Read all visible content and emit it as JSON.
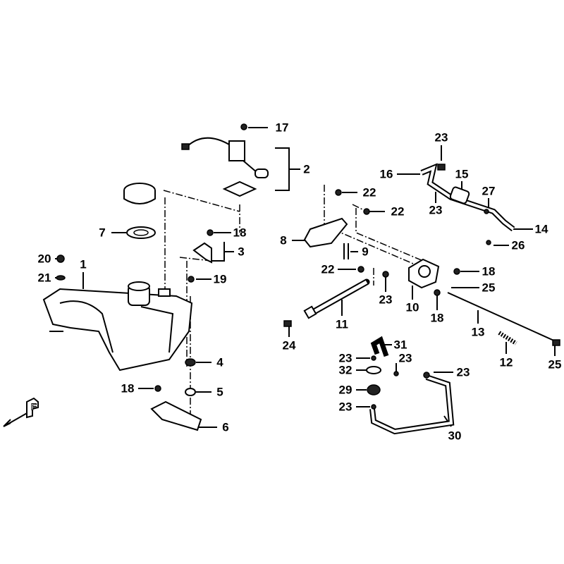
{
  "diagram": {
    "title": "Fuel tank and fuel pump assembly",
    "callouts": [
      "17",
      "2",
      "22",
      "22",
      "23",
      "16",
      "15",
      "27",
      "23",
      "14",
      "26",
      "7",
      "18",
      "3",
      "8",
      "9",
      "20",
      "21",
      "1",
      "19",
      "22",
      "18",
      "25",
      "23",
      "10",
      "18",
      "11",
      "13",
      "24",
      "12",
      "25",
      "31",
      "23",
      "23",
      "32",
      "23",
      "29",
      "23",
      "30",
      "4",
      "5",
      "18",
      "6"
    ],
    "front_indicator": "F"
  }
}
